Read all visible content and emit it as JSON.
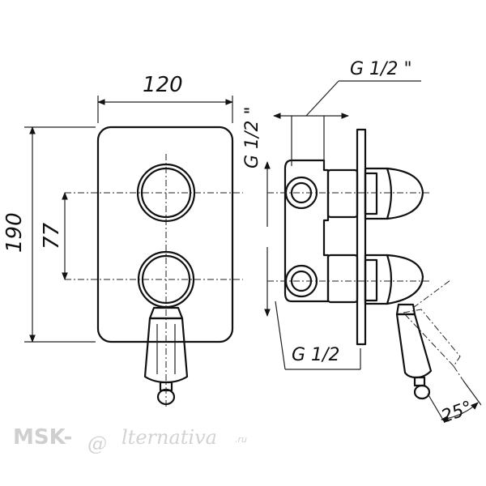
{
  "dimensions": {
    "width": "120",
    "height": "190",
    "spacing": "77",
    "thread_top": "G 1/2 \"",
    "thread_vertical": "G 1/2 \"",
    "thread_bottom": "G 1/2",
    "angle": "25°"
  },
  "watermark": {
    "prefix": "MSK-",
    "at": "@",
    "suffix": "lternativa",
    "domain": ".ru"
  }
}
